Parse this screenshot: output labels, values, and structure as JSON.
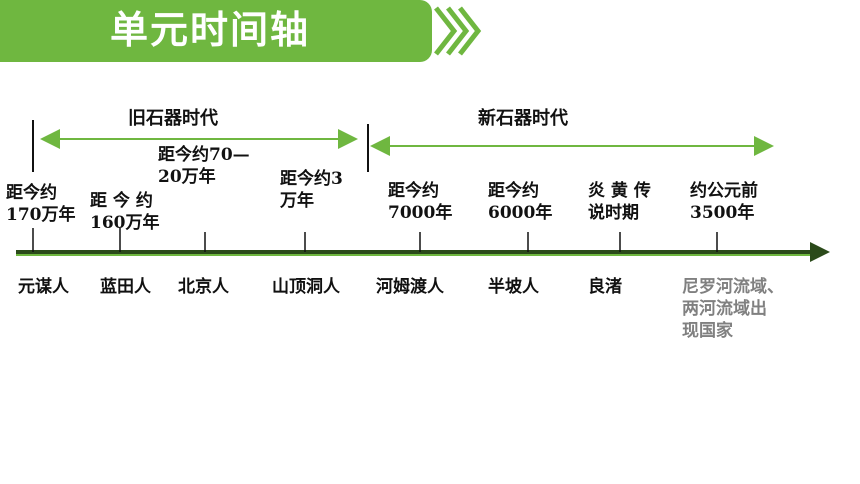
{
  "header": {
    "title": "单元时间轴",
    "accent_color": "#6fb740"
  },
  "eras": [
    {
      "label": "旧石器时代"
    },
    {
      "label": "新石器时代"
    }
  ],
  "dates": [
    {
      "lines": [
        "距今约",
        "170万年"
      ]
    },
    {
      "lines": [
        "距 今 约",
        "160万年"
      ]
    },
    {
      "lines": [
        "距今约70—",
        "20万年"
      ]
    },
    {
      "lines": [
        "距今约3",
        "万年"
      ]
    },
    {
      "lines": [
        "距今约",
        "7000年"
      ]
    },
    {
      "lines": [
        "距今约",
        "6000年"
      ]
    },
    {
      "lines": [
        "炎 黄 传",
        "说时期"
      ]
    },
    {
      "lines": [
        "约公元前",
        "3500年"
      ]
    }
  ],
  "sites": [
    {
      "label": "元谋人"
    },
    {
      "label": "蓝田人"
    },
    {
      "label": "北京人"
    },
    {
      "label": "山顶洞人"
    },
    {
      "label": "河姆渡人"
    },
    {
      "label": "半坡人"
    },
    {
      "label": "良渚"
    }
  ],
  "note": {
    "lines": [
      "尼罗河流域、",
      "两河流域出",
      "现国家"
    ],
    "color": "#808080"
  }
}
